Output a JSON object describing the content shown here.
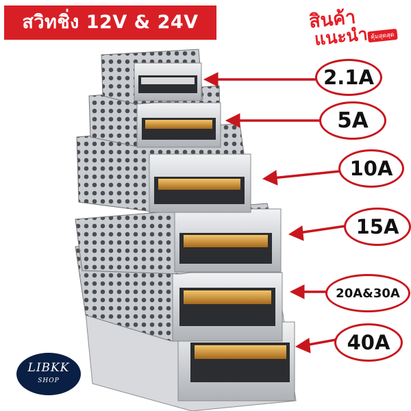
{
  "banner": {
    "title": "สวิทชิ่ง 12V & 24V"
  },
  "badge": {
    "line1": "สินค้า",
    "line2": "แนะนำ",
    "line3": "คุ้มสุดสุด"
  },
  "labels": [
    {
      "text": "2.1A"
    },
    {
      "text": "5A"
    },
    {
      "text": "10A"
    },
    {
      "text": "15A"
    },
    {
      "text": "20A&30A"
    },
    {
      "text": "40A"
    }
  ],
  "logo": {
    "name": "LIBKK",
    "sub": "SHOP"
  },
  "colors": {
    "banner": "#d81f26",
    "arrow": "#c8161d",
    "logo_bg": "#0a1f44"
  }
}
